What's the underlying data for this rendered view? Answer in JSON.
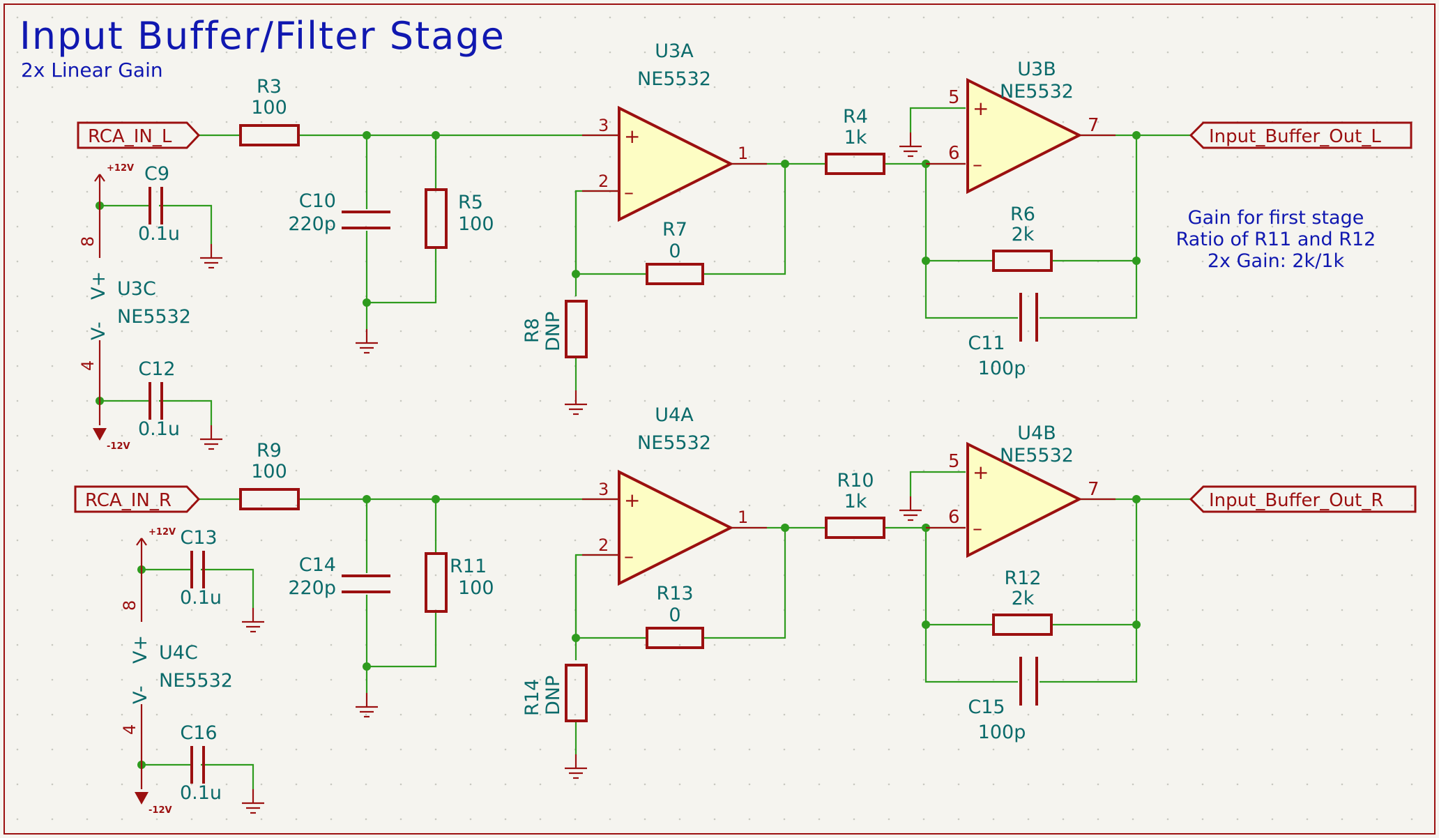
{
  "title": "Input Buffer/Filter Stage",
  "subtitle": "2x Linear Gain",
  "note": [
    "Gain for first stage",
    "Ratio of R11 and R12",
    "2x Gain: 2k/1k"
  ],
  "labels": {
    "in_l": "RCA_IN_L",
    "in_r": "RCA_IN_R",
    "out_l": "Input_Buffer_Out_L",
    "out_r": "Input_Buffer_Out_R",
    "vpos": "+12V",
    "vneg": "-12V"
  },
  "colors": {
    "wire": "#2e9b1e",
    "component": "#9b1010",
    "reference": "#0b6a6a",
    "note": "#1018b0",
    "opamp_fill": "#fdfdc4"
  },
  "left": {
    "r_in": {
      "ref": "R3",
      "val": "100"
    },
    "c_filter": {
      "ref": "C10",
      "val": "220p"
    },
    "r_shunt": {
      "ref": "R5",
      "val": "100"
    },
    "op1": {
      "ref": "U3A",
      "part": "NE5532",
      "pins": [
        "3",
        "2",
        "1"
      ]
    },
    "r_fb": {
      "ref": "R7",
      "val": "0"
    },
    "r_gnd": {
      "ref": "R8",
      "val": "DNP"
    },
    "r_series": {
      "ref": "R4",
      "val": "1k"
    },
    "op2": {
      "ref": "U3B",
      "part": "NE5532",
      "pins": [
        "5",
        "6",
        "7"
      ]
    },
    "r_gain": {
      "ref": "R6",
      "val": "2k"
    },
    "c_gain": {
      "ref": "C11",
      "val": "100p"
    },
    "power": {
      "ref": "U3C",
      "part": "NE5532",
      "pin_pos": "8",
      "pin_neg": "4",
      "vpos": "V+",
      "vneg": "V-"
    },
    "c_dec_pos": {
      "ref": "C9",
      "val": "0.1u"
    },
    "c_dec_neg": {
      "ref": "C12",
      "val": "0.1u"
    }
  },
  "right": {
    "r_in": {
      "ref": "R9",
      "val": "100"
    },
    "c_filter": {
      "ref": "C14",
      "val": "220p"
    },
    "r_shunt": {
      "ref": "R11",
      "val": "100"
    },
    "op1": {
      "ref": "U4A",
      "part": "NE5532",
      "pins": [
        "3",
        "2",
        "1"
      ]
    },
    "r_fb": {
      "ref": "R13",
      "val": "0"
    },
    "r_gnd": {
      "ref": "R14",
      "val": "DNP"
    },
    "r_series": {
      "ref": "R10",
      "val": "1k"
    },
    "op2": {
      "ref": "U4B",
      "part": "NE5532",
      "pins": [
        "5",
        "6",
        "7"
      ]
    },
    "r_gain": {
      "ref": "R12",
      "val": "2k"
    },
    "c_gain": {
      "ref": "C15",
      "val": "100p"
    },
    "power": {
      "ref": "U4C",
      "part": "NE5532",
      "pin_pos": "8",
      "pin_neg": "4",
      "vpos": "V+",
      "vneg": "V-"
    },
    "c_dec_pos": {
      "ref": "C13",
      "val": "0.1u"
    },
    "c_dec_neg": {
      "ref": "C16",
      "val": "0.1u"
    }
  }
}
